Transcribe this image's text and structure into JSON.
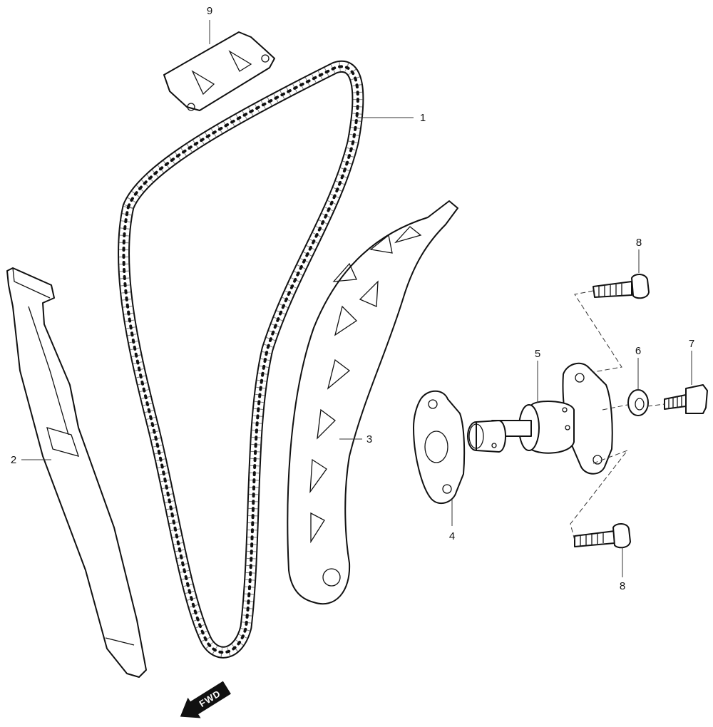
{
  "callouts": {
    "c1": "1",
    "c2": "2",
    "c3": "3",
    "c4": "4",
    "c5": "5",
    "c6": "6",
    "c7": "7",
    "c8_top": "8",
    "c8_bottom": "8",
    "c9": "9"
  },
  "direction_arrow": {
    "label": "FWD"
  }
}
